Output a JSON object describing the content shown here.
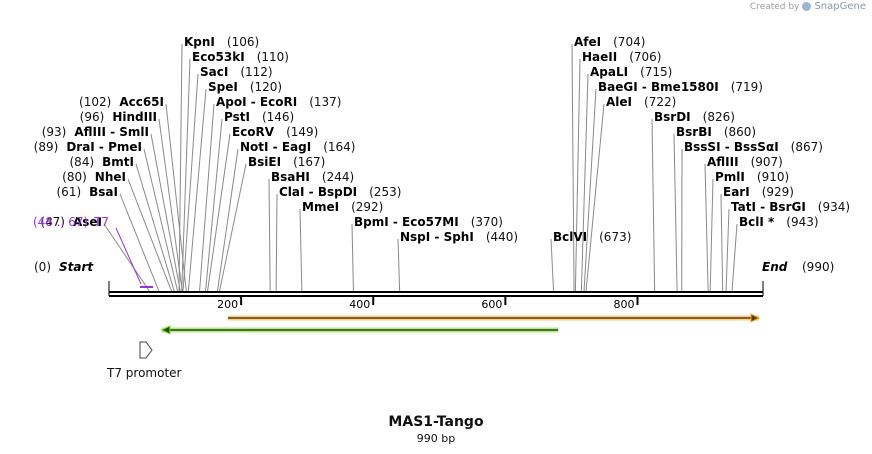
{
  "credit": {
    "text": "Created by",
    "brand": "SnapGene"
  },
  "title": "MAS1-Tango",
  "subtitle": "990 bp",
  "seq_length": 990,
  "axis_ticks": [
    200,
    400,
    600,
    800
  ],
  "ends": {
    "start": {
      "name": "Start",
      "pos_label": "(0)"
    },
    "end": {
      "name": "End",
      "pos_label": "(990)"
    }
  },
  "sites_left": [
    {
      "id": "ase1",
      "text": "AseI",
      "pos_label": "(47)",
      "pos": 47,
      "row": 12
    },
    {
      "id": "bsa1",
      "text": "BsaI",
      "pos_label": "(61)",
      "pos": 61,
      "row": 10
    },
    {
      "id": "nhe1",
      "text": "NheI",
      "pos_label": "(80)",
      "pos": 80,
      "row": 9
    },
    {
      "id": "bmt1",
      "text": "BmtI",
      "pos_label": "(84)",
      "pos": 84,
      "row": 8
    },
    {
      "id": "dra1",
      "text": "DraI  - PmeI",
      "pos_label": "(89)",
      "pos": 89,
      "row": 7
    },
    {
      "id": "afl3",
      "text": "AflIII  - SmlI",
      "pos_label": "(93)",
      "pos": 93,
      "row": 6
    },
    {
      "id": "hind3",
      "text": "HindIII",
      "pos_label": "(96)",
      "pos": 96,
      "row": 5
    },
    {
      "id": "acc65",
      "text": "Acc65I",
      "pos_label": "(102)",
      "pos": 102,
      "row": 4
    }
  ],
  "feature_label": {
    "text": "T7",
    "pos_label": "(48 .. 67)",
    "start": 48,
    "end": 67,
    "color": "#9b30d9"
  },
  "sites_right": [
    {
      "id": "kpn1",
      "text": "KpnI",
      "pos_label": "(106)",
      "pos": 106,
      "row": 0
    },
    {
      "id": "eco53k",
      "text": "Eco53kI",
      "pos_label": "(110)",
      "pos": 110,
      "row": 1
    },
    {
      "id": "sac1",
      "text": "SacI",
      "pos_label": "(112)",
      "pos": 112,
      "row": 2
    },
    {
      "id": "spe1",
      "text": "SpeI",
      "pos_label": "(120)",
      "pos": 120,
      "row": 3
    },
    {
      "id": "apo1",
      "text": "ApoI  - EcoRI",
      "pos_label": "(137)",
      "pos": 137,
      "row": 4
    },
    {
      "id": "pst1",
      "text": "PstI",
      "pos_label": "(146)",
      "pos": 146,
      "row": 5
    },
    {
      "id": "ecorv",
      "text": "EcoRV",
      "pos_label": "(149)",
      "pos": 149,
      "row": 6
    },
    {
      "id": "not1",
      "text": "NotI  - EagI",
      "pos_label": "(164)",
      "pos": 164,
      "row": 7
    },
    {
      "id": "bsiei",
      "text": "BsiEI",
      "pos_label": "(167)",
      "pos": 167,
      "row": 8
    },
    {
      "id": "bsahi",
      "text": "BsaHI",
      "pos_label": "(244)",
      "pos": 244,
      "row": 9
    },
    {
      "id": "cla1",
      "text": "ClaI  - BspDI",
      "pos_label": "(253)",
      "pos": 253,
      "row": 10
    },
    {
      "id": "mme1",
      "text": "MmeI",
      "pos_label": "(292)",
      "pos": 292,
      "row": 11
    },
    {
      "id": "bpm1",
      "text": "BpmI  - Eco57MI",
      "pos_label": "(370)",
      "pos": 370,
      "row": 12
    },
    {
      "id": "nsp1",
      "text": "NspI  - SphI",
      "pos_label": "(440)",
      "pos": 440,
      "row": 13
    },
    {
      "id": "bcl6",
      "text": "BclVI",
      "pos_label": "(673)",
      "pos": 673,
      "row": 13
    },
    {
      "id": "afe1",
      "text": "AfeI",
      "pos_label": "(704)",
      "pos": 704,
      "row": 0
    },
    {
      "id": "hae2",
      "text": "HaeII",
      "pos_label": "(706)",
      "pos": 706,
      "row": 1
    },
    {
      "id": "apal1",
      "text": "ApaLI",
      "pos_label": "(715)",
      "pos": 715,
      "row": 2
    },
    {
      "id": "baegi",
      "text": "BaeGI  - Bme1580I",
      "pos_label": "(719)",
      "pos": 719,
      "row": 3
    },
    {
      "id": "ale1",
      "text": "AleI",
      "pos_label": "(722)",
      "pos": 722,
      "row": 4
    },
    {
      "id": "bsrdi",
      "text": "BsrDI",
      "pos_label": "(826)",
      "pos": 826,
      "row": 5
    },
    {
      "id": "bsrbi",
      "text": "BsrBI",
      "pos_label": "(860)",
      "pos": 860,
      "row": 6
    },
    {
      "id": "bsssi",
      "text": "BssSI  - BssSαI",
      "pos_label": "(867)",
      "pos": 867,
      "row": 7
    },
    {
      "id": "afl3b",
      "text": "AflIII",
      "pos_label": "(907)",
      "pos": 907,
      "row": 8
    },
    {
      "id": "pml1",
      "text": "PmlI",
      "pos_label": "(910)",
      "pos": 910,
      "row": 9
    },
    {
      "id": "ear1",
      "text": "EarI",
      "pos_label": "(929)",
      "pos": 929,
      "row": 10
    },
    {
      "id": "tat1",
      "text": "TatI  - BsrGI",
      "pos_label": "(934)",
      "pos": 934,
      "row": 11
    },
    {
      "id": "bcl1",
      "text": "BclI *",
      "pos_label": "(943)",
      "pos": 943,
      "row": 12
    }
  ],
  "features": [
    {
      "id": "orange-feature",
      "start": 180,
      "end": 990,
      "direction": "forward",
      "color": "#f5a623"
    },
    {
      "id": "green-feature",
      "start": 80,
      "end": 680,
      "direction": "reverse",
      "color": "#7ed321"
    }
  ],
  "promoter": {
    "name": "T7 promoter",
    "pos": 48
  }
}
